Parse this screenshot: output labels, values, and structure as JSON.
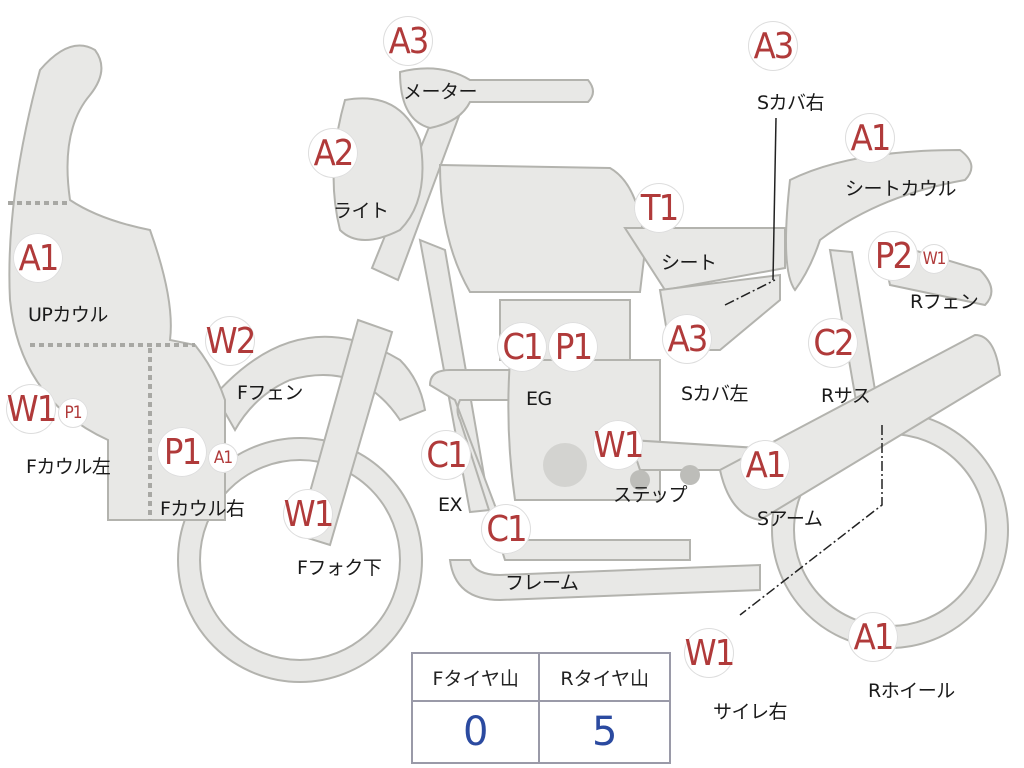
{
  "parts": [
    {
      "key": "meter",
      "codes": [
        "A3"
      ],
      "label": "メーター"
    },
    {
      "key": "light",
      "codes": [
        "A2"
      ],
      "label": "ライト"
    },
    {
      "key": "up-cowl",
      "codes": [
        "A1"
      ],
      "label": "UPカウル"
    },
    {
      "key": "f-fender",
      "codes": [
        "W2"
      ],
      "label": "Fフェン"
    },
    {
      "key": "f-cowl-left",
      "codes": [
        "W1",
        "P1"
      ],
      "label": "Fカウル左"
    },
    {
      "key": "f-cowl-right",
      "codes": [
        "P1",
        "A1"
      ],
      "label": "Fカウル右"
    },
    {
      "key": "f-fork-lower",
      "codes": [
        "W1"
      ],
      "label": "Fフォク下"
    },
    {
      "key": "exhaust",
      "codes": [
        "C1"
      ],
      "label": "EX"
    },
    {
      "key": "engine",
      "codes": [
        "C1",
        "P1"
      ],
      "label": "EG"
    },
    {
      "key": "frame",
      "codes": [
        "C1"
      ],
      "label": "フレーム"
    },
    {
      "key": "step",
      "codes": [
        "W1"
      ],
      "label": "ステップ"
    },
    {
      "key": "seat",
      "codes": [
        "T1"
      ],
      "label": "シート"
    },
    {
      "key": "side-cover-left",
      "codes": [
        "A3"
      ],
      "label": "Sカバ左"
    },
    {
      "key": "side-cover-right",
      "codes": [
        "A3"
      ],
      "label": "Sカバ右"
    },
    {
      "key": "seat-cowl",
      "codes": [
        "A1"
      ],
      "label": "シートカウル"
    },
    {
      "key": "r-fender",
      "codes": [
        "P2",
        "W1"
      ],
      "label": "Rフェン"
    },
    {
      "key": "r-suspension",
      "codes": [
        "C2"
      ],
      "label": "Rサス"
    },
    {
      "key": "swing-arm",
      "codes": [
        "A1"
      ],
      "label": "Sアーム"
    },
    {
      "key": "r-wheel",
      "codes": [
        "A1"
      ],
      "label": "Rホイール"
    },
    {
      "key": "silencer-right",
      "codes": [
        "W1"
      ],
      "label": "サイレ右"
    }
  ],
  "tire_tread": {
    "front_label": "Fタイヤ山",
    "rear_label": "Rタイヤ山",
    "front_value": "0",
    "rear_value": "5"
  },
  "colors": {
    "code_text": "#b03a3a",
    "tread_value": "#2b4aa0",
    "part_fill": "#e8e8e6",
    "part_stroke": "#b3b3ae"
  }
}
